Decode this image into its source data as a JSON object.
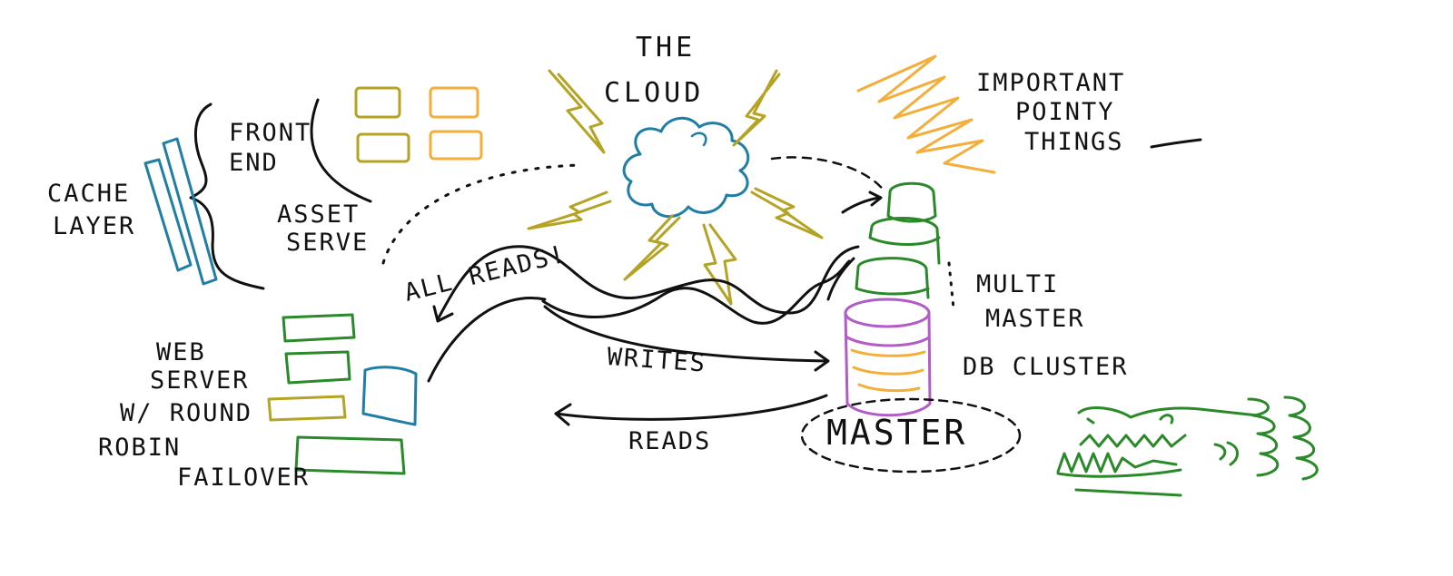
{
  "labels": {
    "the": "THE",
    "cloud": "CLOUD",
    "important": "IMPORTANT",
    "pointy": "POINTY",
    "things": "THINGS",
    "front": "FRONT",
    "end": "END",
    "asset": "ASSET",
    "serve": "SERVE",
    "cache": "CACHE",
    "layer": "LAYER",
    "all_reads": "ALL READS!",
    "multi": "MULTI",
    "master_line": "MASTER",
    "db_cluster": "DB CLUSTER",
    "web": "WEB",
    "server": "SERVER",
    "wround": "W/ ROUND",
    "robin": "ROBIN",
    "failover": "FAILOVER",
    "writes": "WRITES",
    "reads": "READS",
    "master": "MASTER"
  },
  "colors": {
    "ink": "#111111",
    "cloud": "#1f7ea6",
    "lightning": "#b5a324",
    "pointy": "#f4ae3a",
    "db_nodes": "#2a8a2a",
    "master_db": "#b35cc7",
    "cache": "#1f7ea6",
    "front_end_olive": "#b5a324",
    "front_end_orange": "#f4ae3a",
    "web_servers": "#2a8a2a",
    "croc": "#2a8a2a"
  }
}
